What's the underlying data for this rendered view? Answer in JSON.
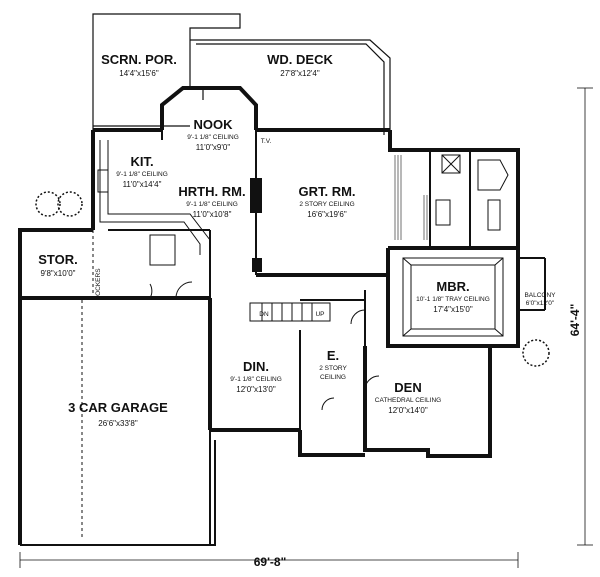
{
  "rooms": {
    "scrn_por": {
      "name": "SCRN. POR.",
      "dims": "14'4\"x15'6\""
    },
    "wd_deck": {
      "name": "WD. DECK",
      "dims": "27'8\"x12'4\""
    },
    "nook": {
      "name": "NOOK",
      "ceiling": "9'-1 1/8\" CEILING",
      "dims": "11'0\"x9'0\""
    },
    "kit": {
      "name": "KIT.",
      "ceiling": "9'-1 1/8\" CEILING",
      "dims": "11'0\"x14'4\""
    },
    "hrth_rm": {
      "name": "HRTH. RM.",
      "ceiling": "9'-1 1/8\" CEILING",
      "dims": "11'0\"x10'8\""
    },
    "grt_rm": {
      "name": "GRT. RM.",
      "ceiling": "2 STORY CEILING",
      "dims": "16'6\"x19'6\""
    },
    "stor": {
      "name": "STOR.",
      "dims": "9'8\"x10'0\""
    },
    "mbr": {
      "name": "MBR.",
      "ceiling": "10'-1 1/8\" TRAY CEILING",
      "dims": "17'4\"x15'0\""
    },
    "balcony": {
      "name": "BALCONY",
      "dims": "6'0\"x12'0\""
    },
    "din": {
      "name": "DIN.",
      "ceiling": "9'-1 1/8\" CEILING",
      "dims": "12'0\"x13'0\""
    },
    "entry": {
      "name": "E.",
      "ceiling_1": "2 STORY",
      "ceiling_2": "CEILING"
    },
    "den": {
      "name": "DEN",
      "ceiling": "CATHEDRAL CEILING",
      "dims": "12'0\"x14'0\""
    },
    "garage": {
      "name": "3 CAR GARAGE",
      "dims": "26'6\"x33'8\""
    }
  },
  "small_labels": {
    "tv": "T.V.",
    "lockers": "LOCKERS",
    "stair_dn": "DN",
    "stair_up": "UP"
  },
  "overall": {
    "width": "69'-8\"",
    "depth": "64'-4\""
  }
}
